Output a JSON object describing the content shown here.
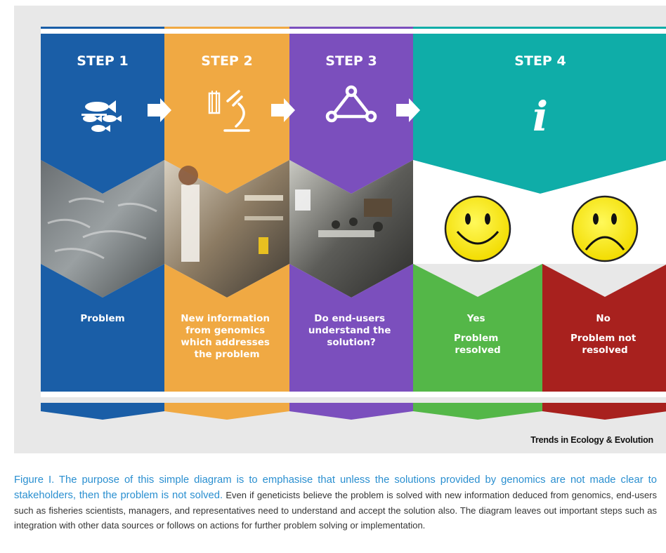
{
  "steps": [
    {
      "title": "STEP 1",
      "icon": "fish-icon",
      "color": "#1a5ea7",
      "label": [
        "Problem"
      ]
    },
    {
      "title": "STEP 2",
      "icon": "microscope-icon",
      "color": "#f0a943",
      "label": [
        "New information",
        "from genomics",
        "which addresses",
        "the problem"
      ]
    },
    {
      "title": "STEP 3",
      "icon": "network-triangle-icon",
      "color": "#7b4fbd",
      "label": [
        "Do end-users",
        "understand the",
        "solution?"
      ]
    },
    {
      "title": "STEP 4",
      "icon": "info-icon",
      "color": "#0fada8"
    }
  ],
  "outcomes": [
    {
      "face": "smiley-face",
      "color": "#54b748",
      "answer": "Yes",
      "label": [
        "Problem",
        "resolved"
      ]
    },
    {
      "face": "frowning-face",
      "color": "#a8211e",
      "answer": "No",
      "label": [
        "Problem not",
        "resolved"
      ]
    }
  ],
  "credit": "Trends in Ecology & Evolution",
  "caption": {
    "lead": "Figure I. The purpose of this simple diagram is to emphasise that unless the solutions provided by genomics are not made clear to stakeholders, then the problem is not solved.",
    "body": "Even if geneticists believe the problem is solved with new information deduced from genomics, end-users such as fisheries scientists, managers, and representatives need to understand and accept the solution also. The diagram leaves out important steps such as integration with other data sources or follows on actions for further problem solving or implementation."
  }
}
